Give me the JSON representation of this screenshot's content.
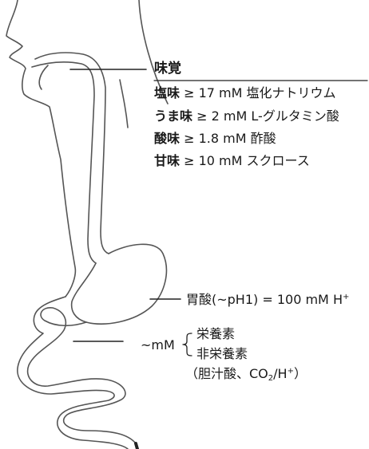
{
  "taste": {
    "title": "味覚",
    "rows": [
      {
        "name": "塩味",
        "text": " ≥ 17 mM 塩化ナトリウム"
      },
      {
        "name": "うま味",
        "text": " ≥ 2 mM L-グルタミン酸"
      },
      {
        "name": "酸味",
        "text": " ≥ 1.8 mM 酢酸"
      },
      {
        "name": "甘味",
        "text": " ≥ 10 mM スクロース"
      }
    ]
  },
  "stomach": {
    "label_main": "胃酸(~pH1) = 100 mM H",
    "label_sup": "+"
  },
  "intestine": {
    "concentration": "~mM",
    "nutrients": "栄養素",
    "non_nutrients": "非栄養素",
    "bile_prefix": "（胆汁酸、CO",
    "bile_sub": "2",
    "bile_mid": "/H",
    "bile_sup": "+",
    "bile_suffix": "）"
  }
}
